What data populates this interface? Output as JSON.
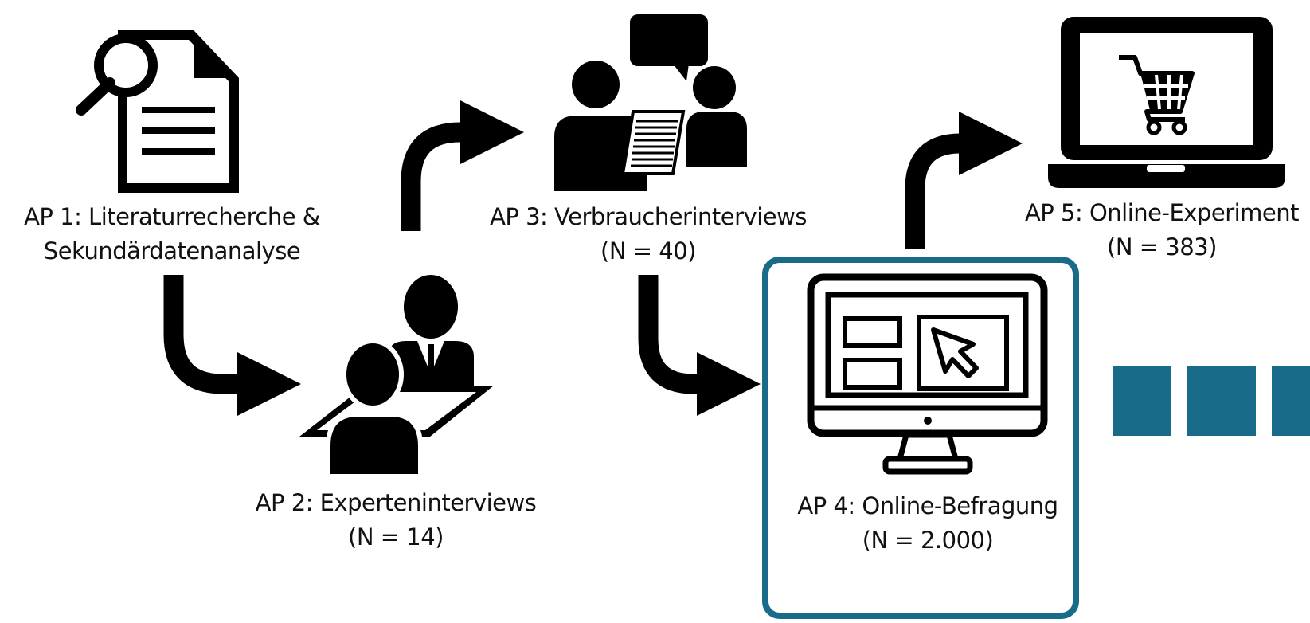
{
  "colors": {
    "accent": "#196b8a",
    "ink": "#000000"
  },
  "steps": [
    {
      "id": "ap1",
      "icon": "document-search-icon",
      "line1": "AP 1: Literaturrecherche &",
      "line2": "Sekundärdatenanalyse"
    },
    {
      "id": "ap2",
      "icon": "expert-interview-icon",
      "line1": "AP 2: Experteninterviews",
      "line2": "(N = 14)"
    },
    {
      "id": "ap3",
      "icon": "consumer-interview-icon",
      "line1": "AP 3: Verbraucherinterviews",
      "line2": "(N = 40)"
    },
    {
      "id": "ap4",
      "icon": "desktop-survey-icon",
      "line1": "AP 4: Online-Befragung",
      "line2": "(N = 2.000)",
      "highlighted": true
    },
    {
      "id": "ap5",
      "icon": "laptop-cart-icon",
      "line1": "AP 5: Online-Experiment",
      "line2": "(N = 383)"
    }
  ]
}
